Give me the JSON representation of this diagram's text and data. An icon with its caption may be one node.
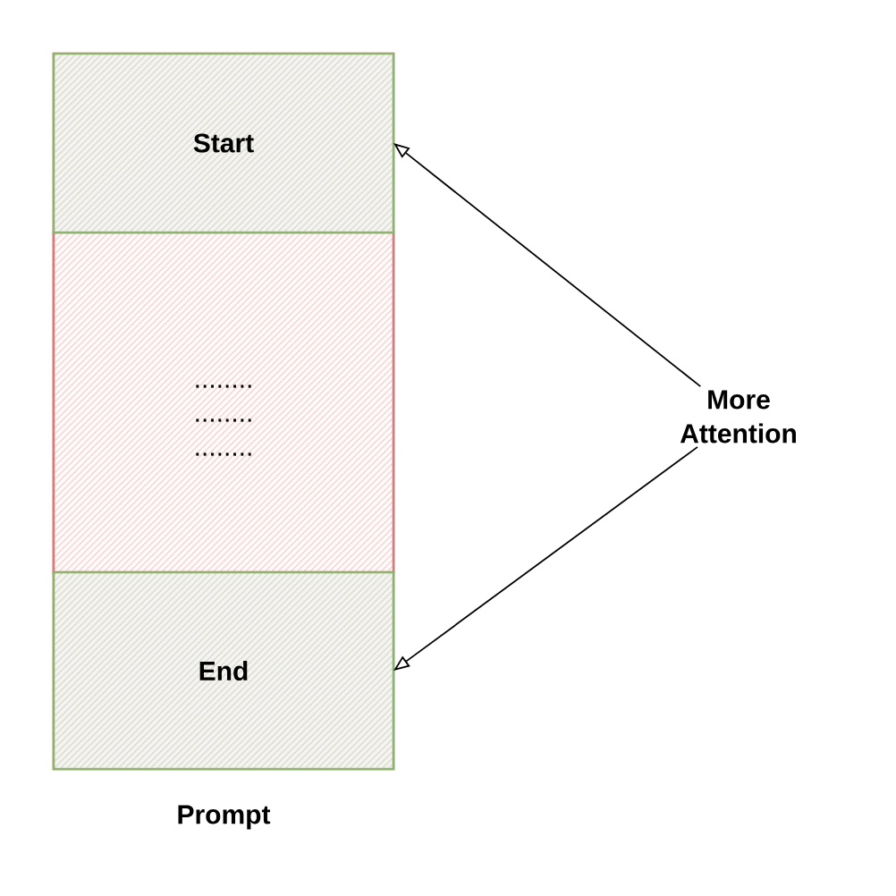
{
  "diagram": {
    "nodes": [
      {
        "text": [
          "Prompt"
        ]
      },
      {
        "text": [
          "Start"
        ],
        "in": 0
      },
      {
        "text": [
          "........ ........ ........"
        ],
        "in": 0
      },
      {
        "text": [
          "End"
        ],
        "in": 0
      },
      {
        "text": [
          "More Attention"
        ]
      }
    ],
    "edges": [
      {
        "from": 4,
        "to": 1,
        "arrow": "to"
      },
      {
        "from": 4,
        "to": 3,
        "arrow": "to"
      }
    ]
  }
}
